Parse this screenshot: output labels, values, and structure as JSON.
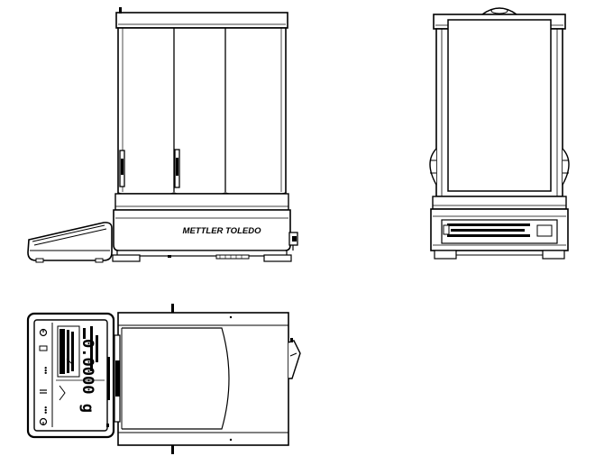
{
  "figure": {
    "brand_label": "METTLER TOLEDO",
    "terminal_display": {
      "weight_value": "0.0000",
      "weight_unit": "g",
      "main_readout": "0.0000 g"
    }
  }
}
